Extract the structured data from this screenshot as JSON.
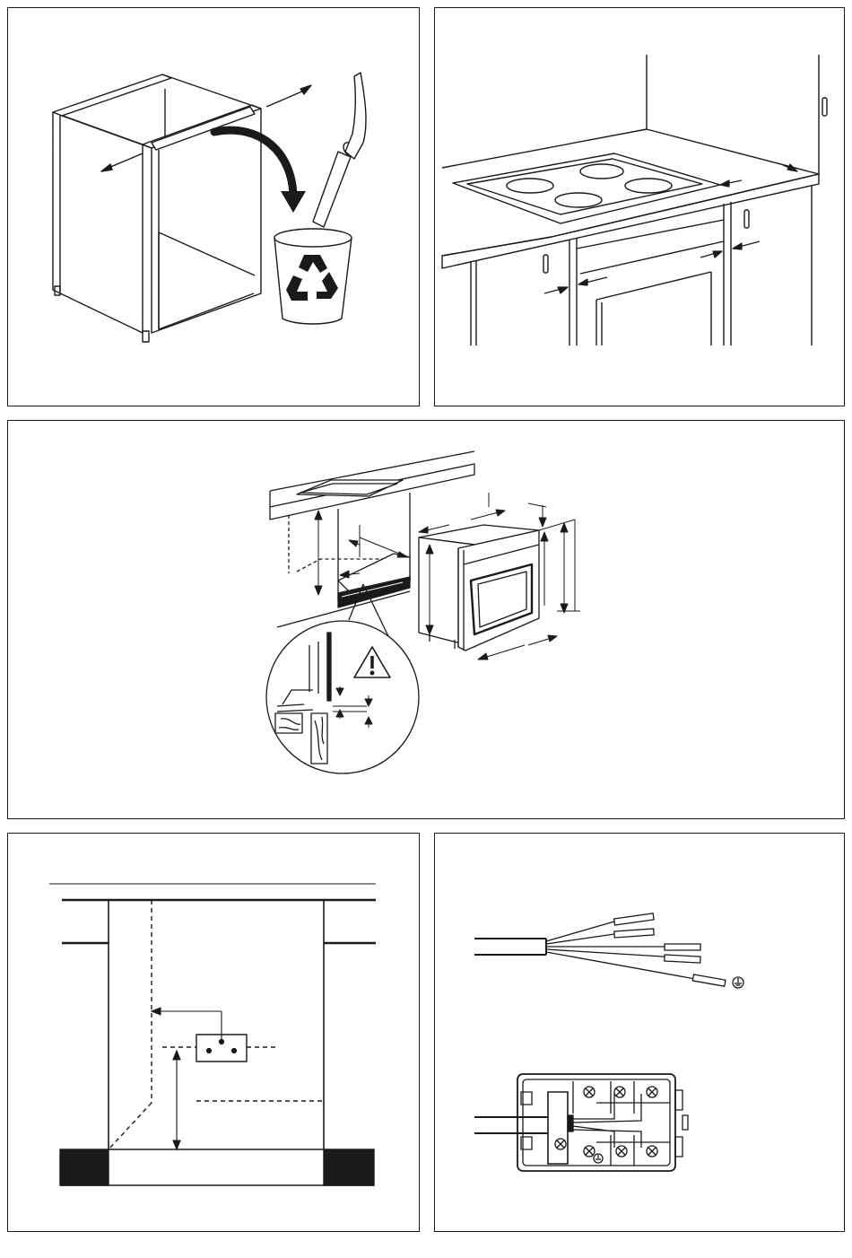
{
  "figure": {
    "panels": [
      {
        "id": "cabinet-preparation",
        "icons": [
          "cabinet",
          "screw",
          "arrow",
          "hand",
          "strip",
          "recycle-bin",
          "recycle-icon"
        ]
      },
      {
        "id": "hob-and-oven-clearance",
        "icons": [
          "hob",
          "burner",
          "countertop",
          "cabinet-door",
          "oven-door",
          "arrow"
        ]
      },
      {
        "id": "built-in-dimensions",
        "icons": [
          "countertop",
          "hob",
          "niche",
          "oven",
          "dimension-arrow",
          "warning-icon",
          "detail-circle"
        ]
      },
      {
        "id": "socket-position",
        "icons": [
          "niche",
          "plinth",
          "socket",
          "dimension-arrow"
        ]
      },
      {
        "id": "electrical-connection",
        "icons": [
          "cable",
          "wire-sleeve",
          "earth-symbol",
          "terminal-block",
          "screw"
        ]
      }
    ],
    "text": []
  },
  "colors": {
    "line": "#1a1a1a",
    "fill_dark": "#1a1a1a",
    "background": "#ffffff"
  }
}
